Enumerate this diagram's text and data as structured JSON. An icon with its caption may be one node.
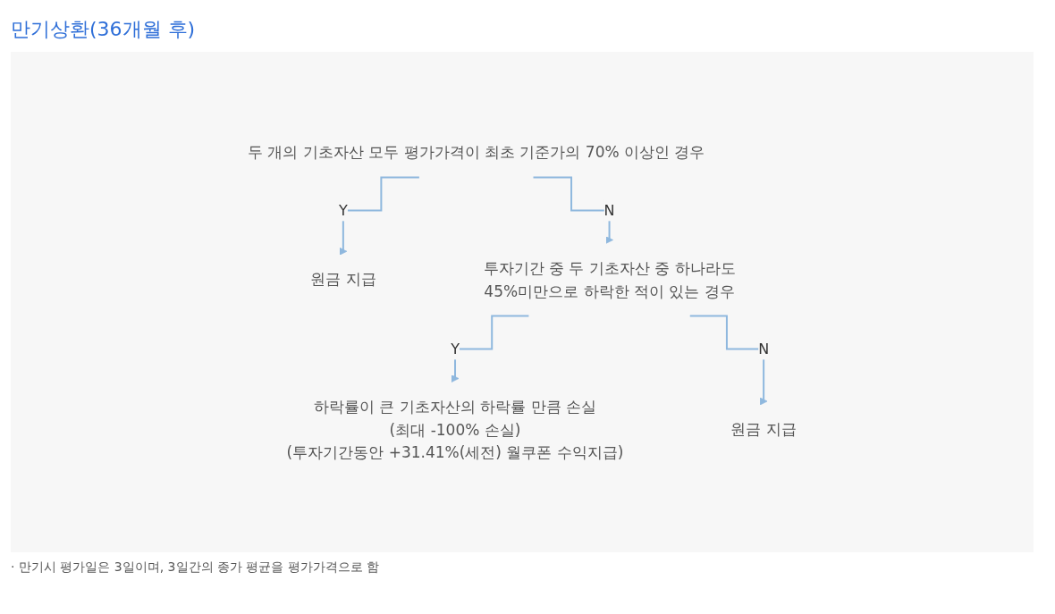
{
  "diagram": {
    "title": "만기상환(36개월 후)",
    "nodes": [
      {
        "text": [
          "두 개의 기초자산 모두 평가가격이 최초 기준가의 70% 이상인 경우"
        ]
      },
      {
        "text": [
          "원금 지급"
        ]
      },
      {
        "text": [
          "투자기간 중 두 기초자산 중 하나라도",
          "45%미만으로 하락한 적이 있는 경우"
        ]
      },
      {
        "text": [
          "하락률이 큰 기초자산의 하락률 만큼 손실",
          "(최대 -100% 손실)",
          "(투자기간동안 +31.41%(세전) 월쿠폰 수익지급)"
        ]
      },
      {
        "text": [
          "원금 지급"
        ]
      }
    ],
    "edges": [
      {
        "from": 0,
        "to": 1,
        "label": "Y",
        "arrow": "to"
      },
      {
        "from": 0,
        "to": 2,
        "label": "N",
        "arrow": "to"
      },
      {
        "from": 2,
        "to": 3,
        "label": "Y",
        "arrow": "to"
      },
      {
        "from": 2,
        "to": 4,
        "label": "N",
        "arrow": "to"
      }
    ],
    "labels": [
      "· 만기시 평가일은 3일이며, 3일간의 종가 평균을 평가가격으로 함"
    ]
  }
}
